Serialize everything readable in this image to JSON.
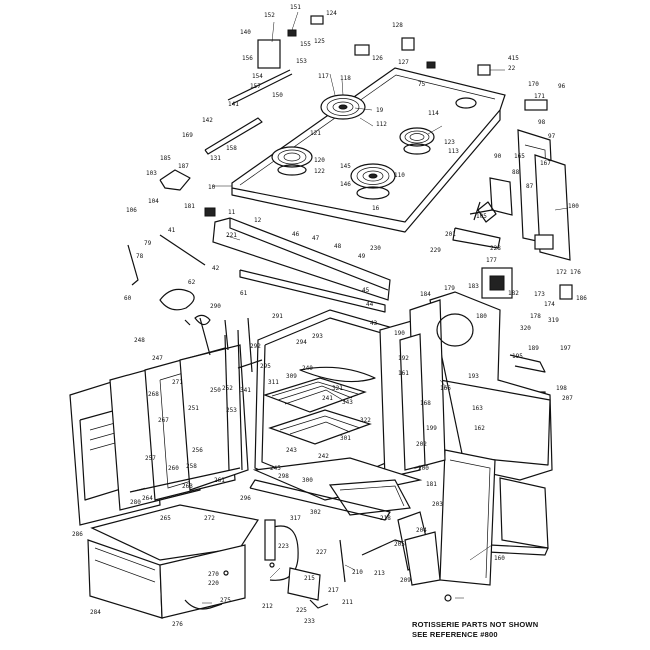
{
  "note": {
    "line1": "ROTISSERIE PARTS NOT SHOWN",
    "line2": "SEE REFERENCE #800"
  },
  "callouts": {
    "c152": "152",
    "c151": "151",
    "c140": "140",
    "c155": "155",
    "c156": "156",
    "c153": "153",
    "c154": "154",
    "c124": "124",
    "c125": "125",
    "c126": "126",
    "c127": "127",
    "c128": "128",
    "c10": "10",
    "c19": "19",
    "c121": "121",
    "c120": "120",
    "c122": "122",
    "c123": "123",
    "c110": "110",
    "c112": "112",
    "c113": "113",
    "c114": "114",
    "c145": "145",
    "c146": "146",
    "c22": "22",
    "c415": "415",
    "c75": "75",
    "c170": "170",
    "c171": "171",
    "c16": "16",
    "c103": "103",
    "c104": "104",
    "c106": "106",
    "c185": "185",
    "c187": "187",
    "c169": "169",
    "c158": "158",
    "c131": "131",
    "c141": "141",
    "c142": "142",
    "c11": "11",
    "c79": "79",
    "c78": "78",
    "c221": "221",
    "c12": "12",
    "c230": "230",
    "c90": "90",
    "c88": "88",
    "c87": "87",
    "c105": "105",
    "c97": "97",
    "c100": "100",
    "c43": "43",
    "c228": "228",
    "c229": "229",
    "c177": "177",
    "c190": "190",
    "c184": "184",
    "c179": "179",
    "c180": "180",
    "c192": "192",
    "c193": "193",
    "c199": "199",
    "c200": "200",
    "c202": "202",
    "c203": "203",
    "c204": "204",
    "c205": "205",
    "c210": "210",
    "c211": "211",
    "c212": "212",
    "c213": "213",
    "c215": "215",
    "c217": "217",
    "c220": "220",
    "c247": "247",
    "c248": "248",
    "c250": "250",
    "c251": "251",
    "c252": "252",
    "c253": "253",
    "c256": "256",
    "c257": "257",
    "c258": "258",
    "c260": "260",
    "c263": "263",
    "c264": "264",
    "c265": "265",
    "c270": "270",
    "c275": "275",
    "c276": "276",
    "c280": "280",
    "c284": "284",
    "c290": "290",
    "c291": "291",
    "c292": "292",
    "c293": "293",
    "c294": "294",
    "c295": "295",
    "c296": "296",
    "c298": "298",
    "c300": "300",
    "c301": "301",
    "c302": "302",
    "c309": "309",
    "c311": "311",
    "c317": "317",
    "c341": "341",
    "c343": "343",
    "c160": "160",
    "c161": "161",
    "c163": "163",
    "c166": "166",
    "c168": "168",
    "c172": "172",
    "c173": "173",
    "c174": "174",
    "c176": "176",
    "c178": "178",
    "c182": "182",
    "c183": "183",
    "c186": "186",
    "c189": "189",
    "c195": "195",
    "c197": "197",
    "c198": "198",
    "c207": "207",
    "c223": "223",
    "c227": "227",
    "c233": "233",
    "c240": "240",
    "c241": "241",
    "c242": "242",
    "c243": "243",
    "c245": "245",
    "c267": "267",
    "c268": "268",
    "c271": "271",
    "c272": "272",
    "c286": "286",
    "c319": "319",
    "c320": "320",
    "c321": "321",
    "c322": "322",
    "c44": "44",
    "c45": "45",
    "c46": "46",
    "c47": "47",
    "c48": "48",
    "c49": "49",
    "c117": "117",
    "c118": "118",
    "c41": "41",
    "c42": "42",
    "c60": "60",
    "c61": "61",
    "c62": "62",
    "c96": "96",
    "c98": "98",
    "c165": "165",
    "c167": "167",
    "c201": "201",
    "c261": "261",
    "c209": "209",
    "c218": "218",
    "c225": "225",
    "c157": "157",
    "c150": "150",
    "c162": "162",
    "c181": "181"
  }
}
